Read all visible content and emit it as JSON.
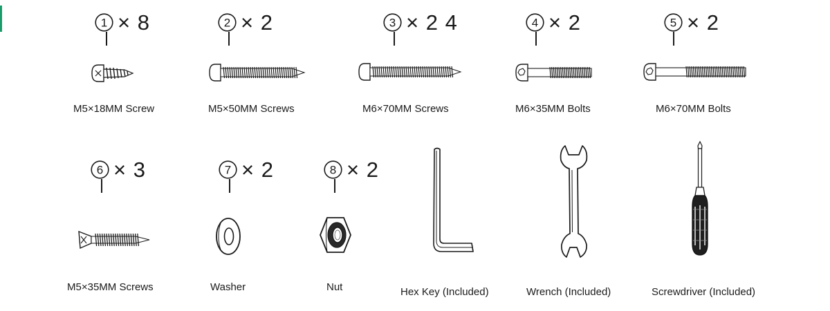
{
  "accent_color": "#1a9b6c",
  "ink_color": "#1a1a1a",
  "parts": [
    {
      "number": "1",
      "quantity": "× 8",
      "label": "M5×18MM Screw",
      "icon": "short-pan-head-screw-icon"
    },
    {
      "number": "2",
      "quantity": "× 2",
      "label": "M5×50MM Screws",
      "icon": "long-pan-head-screw-icon"
    },
    {
      "number": "3",
      "quantity": "× 2 4",
      "label": "M6×70MM Screws",
      "icon": "long-pan-head-screw-icon"
    },
    {
      "number": "4",
      "quantity": "× 2",
      "label": "M6×35MM Bolts",
      "icon": "short-hex-socket-bolt-icon"
    },
    {
      "number": "5",
      "quantity": "× 2",
      "label": "M6×70MM Bolts",
      "icon": "long-hex-socket-bolt-icon"
    },
    {
      "number": "6",
      "quantity": "× 3",
      "label": "M5×35MM Screws",
      "icon": "countersunk-screw-icon"
    },
    {
      "number": "7",
      "quantity": "× 2",
      "label": "Washer",
      "icon": "washer-icon"
    },
    {
      "number": "8",
      "quantity": "× 2",
      "label": "Nut",
      "icon": "hex-nut-icon"
    }
  ],
  "tools": [
    {
      "label": "Hex Key (Included)",
      "icon": "hex-key-icon"
    },
    {
      "label": "Wrench (Included)",
      "icon": "wrench-icon"
    },
    {
      "label": "Screwdriver (Included)",
      "icon": "screwdriver-icon"
    }
  ]
}
